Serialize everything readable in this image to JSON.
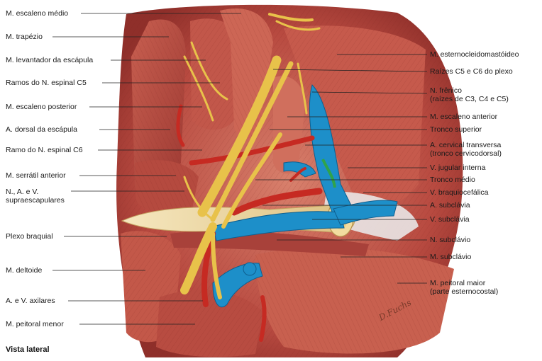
{
  "caption": "Vista lateral",
  "signature": "D.Fuchs",
  "labels_left": [
    {
      "text": "M. escaleno médio"
    },
    {
      "text": "M. trapézio"
    },
    {
      "text": "M. levantador da escápula"
    },
    {
      "text": "Ramos do N. espinal C5"
    },
    {
      "text": "M. escaleno posterior"
    },
    {
      "text": "A. dorsal da escápula"
    },
    {
      "text": "Ramo do N. espinal C6"
    },
    {
      "text": "M. serrátil anterior"
    },
    {
      "text": "N., A. e V.",
      "line2": "supraescapulares"
    },
    {
      "text": "Plexo braquial"
    },
    {
      "text": "M. deltoide"
    },
    {
      "text": "A. e V. axilares"
    },
    {
      "text": "M. peitoral menor"
    }
  ],
  "labels_right": [
    {
      "text": "M. esternocleidomastóideo"
    },
    {
      "text": "Raízes C5 e C6 do plexo"
    },
    {
      "text": "N. frênico",
      "line2": "(raízes de C3, C4 e C5)"
    },
    {
      "text": "M. escaleno anterior"
    },
    {
      "text": "Tronco superior"
    },
    {
      "text": "A. cervical transversa",
      "line2": "(tronco cervicodorsal)"
    },
    {
      "text": "V. jugular interna"
    },
    {
      "text": "Tronco médio"
    },
    {
      "text": "V. braquiocefálica"
    },
    {
      "text": "A. subclávia"
    },
    {
      "text": "V. subclávia"
    },
    {
      "text": "N. subclávio"
    },
    {
      "text": "M. subclávio"
    },
    {
      "text": "M. peitoral maior",
      "line2": "(parte esternocostal)"
    }
  ],
  "colors": {
    "muscle": "#b8473f",
    "muscle_light": "#d97c6a",
    "nerve": "#e8c24a",
    "artery": "#c62a22",
    "vein": "#1d8fc9",
    "tendon": "#eed7a1",
    "leader": "#222222"
  }
}
